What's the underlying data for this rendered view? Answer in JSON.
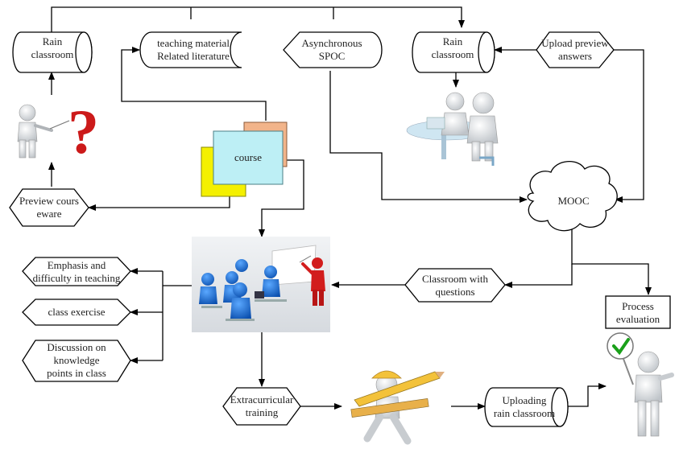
{
  "nodes": {
    "rain_classroom_left": {
      "line1": "Rain",
      "line2": "classroom"
    },
    "teaching_material": {
      "line1": "teaching material",
      "line2": "Related literature"
    },
    "asynchronous_spoc": {
      "line1": "Asynchronous",
      "line2": "SPOC"
    },
    "rain_classroom_right": {
      "line1": "Rain",
      "line2": "classroom"
    },
    "upload_preview": {
      "line1": "Upload preview",
      "line2": "answers"
    },
    "course": {
      "label": "course"
    },
    "preview_courseware": {
      "line1": "Preview cours",
      "line2": "eware"
    },
    "mooc": {
      "label": "MOOC"
    },
    "emphasis": {
      "line1": "Emphasis and",
      "line2": "difficulty in teaching"
    },
    "class_exercise": {
      "label": "class exercise"
    },
    "discussion": {
      "line1": "Discussion on",
      "line2": "knowledge",
      "line3": "points in class"
    },
    "classroom_questions": {
      "line1": "Classroom with",
      "line2": "questions"
    },
    "process_evaluation": {
      "line1": "Process",
      "line2": "evaluation"
    },
    "extracurricular": {
      "line1": "Extracurricular",
      "line2": "training"
    },
    "uploading_rain": {
      "line1": "Uploading",
      "line2": "rain classroom"
    }
  },
  "colors": {
    "line": "#000000",
    "course_front": "#bdeff5",
    "course_back_tan": "#f2b48a",
    "course_back_yellow": "#f4f000",
    "figure_blue": "#1e6fd0",
    "presenter_red": "#d21d1d",
    "question_red": "#cc1a1a",
    "check_green": "#1aa01a",
    "pencil_yellow": "#f3c23a"
  },
  "icons": [
    "question-mark-icon",
    "presenter-figure-icon",
    "desk-figures-icon",
    "classroom-figures-icon",
    "runner-pencil-icon",
    "checkmark-figure-icon"
  ]
}
